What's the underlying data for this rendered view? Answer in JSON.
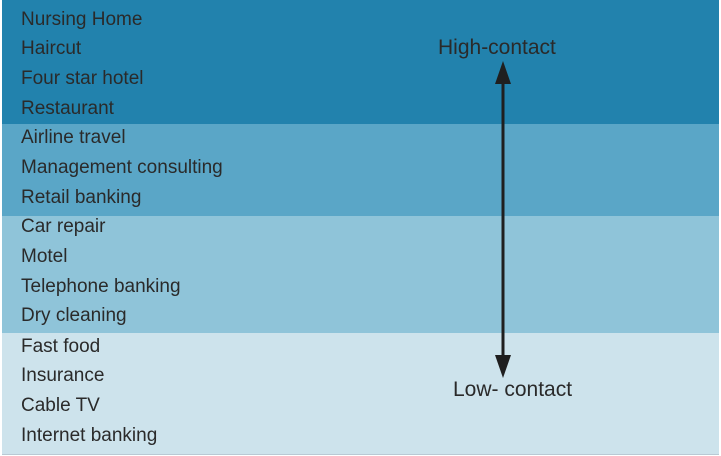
{
  "bands": [
    {
      "name": "band-1",
      "color": "#2282ad",
      "items": [
        "Nursing Home",
        "Haircut",
        "Four star hotel",
        "Restaurant"
      ]
    },
    {
      "name": "band-2",
      "color": "#5aa6c7",
      "items": [
        "Airline travel",
        "Management consulting",
        "Retail banking"
      ]
    },
    {
      "name": "band-3",
      "color": "#8fc4d9",
      "items": [
        "Car repair",
        "Motel",
        "Telephone banking",
        "Dry cleaning"
      ]
    },
    {
      "name": "band-4",
      "color": "#cde3ec",
      "items": [
        "Fast food",
        "Insurance",
        "Cable TV",
        "Internet banking"
      ]
    }
  ],
  "axis": {
    "high_label": "High-contact",
    "low_label": "Low- contact",
    "arrow_color": "#1f1f1f"
  }
}
